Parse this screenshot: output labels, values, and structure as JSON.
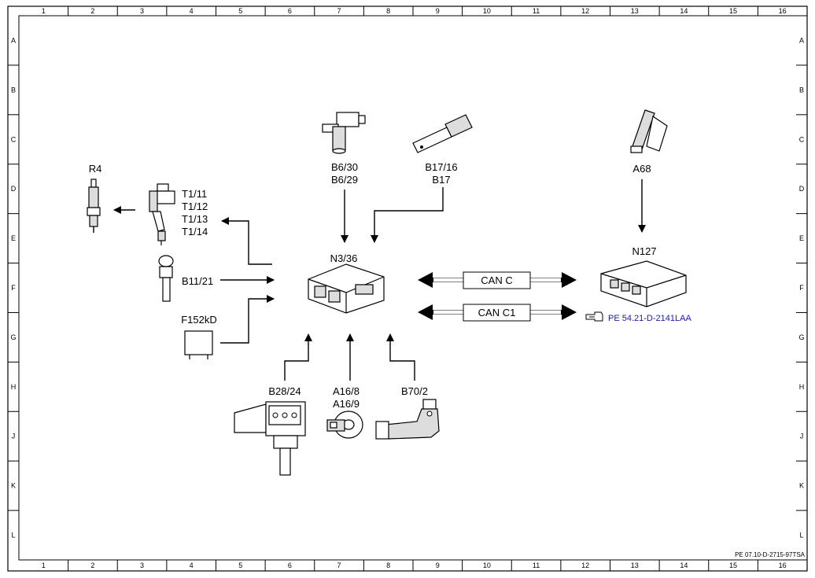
{
  "frame": {
    "columns": [
      "1",
      "2",
      "3",
      "4",
      "5",
      "6",
      "7",
      "8",
      "9",
      "10",
      "11",
      "12",
      "13",
      "14",
      "15",
      "16"
    ],
    "rows": [
      "A",
      "B",
      "C",
      "D",
      "E",
      "F",
      "G",
      "H",
      "J",
      "K",
      "L"
    ]
  },
  "components": {
    "r4": "R4",
    "t1_1": "T1/11",
    "t1_2": "T1/12",
    "t1_3": "T1/13",
    "t1_4": "T1/14",
    "b6_1": "B6/30",
    "b6_2": "B6/29",
    "b17_1": "B17/16",
    "b17_2": "B17",
    "a68": "A68",
    "n3": "N3/36",
    "n127": "N127",
    "b11": "B11/21",
    "f152": "F152kD",
    "b28": "B28/24",
    "a16_1": "A16/8",
    "a16_2": "A16/9",
    "b70": "B70/2"
  },
  "buses": {
    "can_c": "CAN C",
    "can_c1": "CAN C1"
  },
  "reference": {
    "icon": "pointing-hand-icon",
    "text": "PE 54.21-D-2141LAA"
  },
  "doc_id": "PE 07.10-D-2715-97TSA"
}
